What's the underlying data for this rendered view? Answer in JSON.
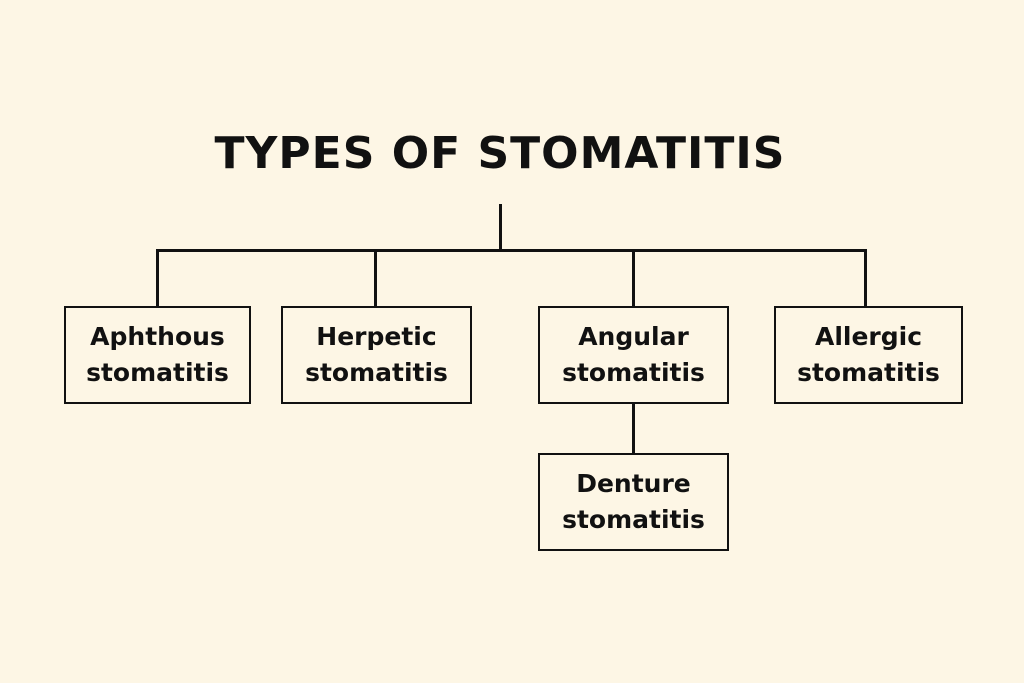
{
  "title": "TYPES OF STOMATITIS",
  "nodes": [
    {
      "line1": "Aphthous",
      "line2": "stomatitis"
    },
    {
      "line1": "Herpetic",
      "line2": "stomatitis"
    },
    {
      "line1": "Angular",
      "line2": "stomatitis"
    },
    {
      "line1": "Allergic",
      "line2": "stomatitis"
    },
    {
      "line1": "Denture",
      "line2": "stomatitis"
    }
  ]
}
